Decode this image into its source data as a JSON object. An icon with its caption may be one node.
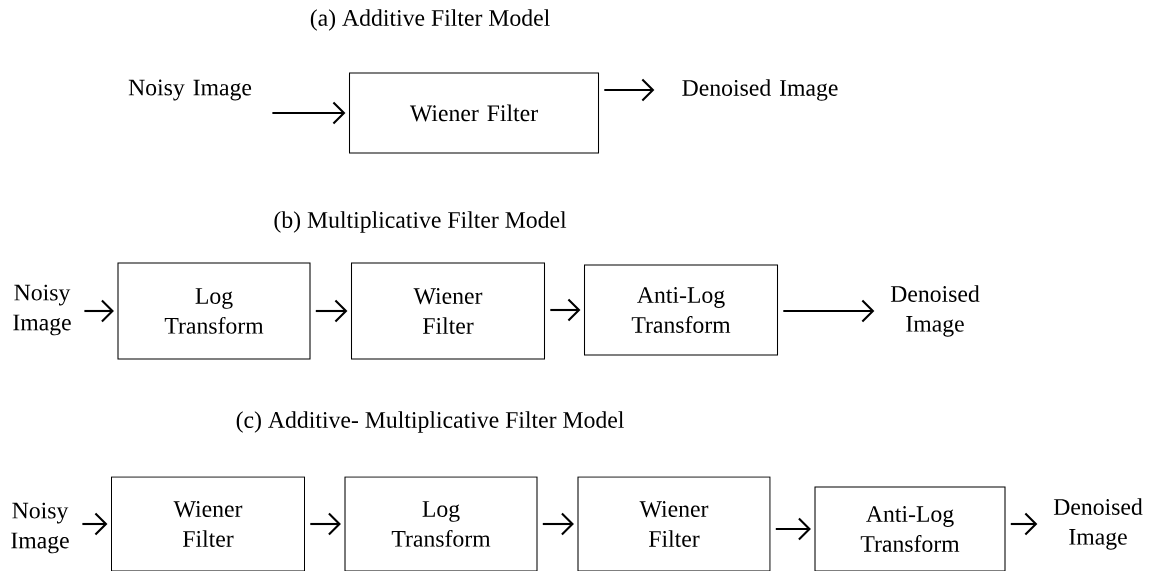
{
  "diagram": {
    "nodes": [
      {
        "text": [
          "Noisy Image"
        ]
      },
      {
        "text": [
          "Wiener Filter"
        ]
      },
      {
        "text": [
          "Denoised Image"
        ]
      },
      {
        "text": [
          "Noisy Image"
        ]
      },
      {
        "text": [
          "Log Transform"
        ]
      },
      {
        "text": [
          "Wiener Filter"
        ]
      },
      {
        "text": [
          "Anti-Log Transform"
        ]
      },
      {
        "text": [
          "Denoised Image"
        ]
      },
      {
        "text": [
          "Noisy Image"
        ]
      },
      {
        "text": [
          "Wiener Filter"
        ]
      },
      {
        "text": [
          "Log Transform"
        ]
      },
      {
        "text": [
          "Wiener Filter"
        ]
      },
      {
        "text": [
          "Anti-Log Transform"
        ]
      },
      {
        "text": [
          "Denoised Image"
        ]
      }
    ],
    "edges": [
      {
        "from": 0,
        "to": 1,
        "arrow": "to"
      },
      {
        "from": 1,
        "to": 2,
        "arrow": "to"
      },
      {
        "from": 3,
        "to": 4,
        "arrow": "to"
      },
      {
        "from": 4,
        "to": 5,
        "arrow": "to"
      },
      {
        "from": 5,
        "to": 6,
        "arrow": "to"
      },
      {
        "from": 6,
        "to": 7,
        "arrow": "to"
      },
      {
        "from": 8,
        "to": 9,
        "arrow": "to"
      },
      {
        "from": 9,
        "to": 10,
        "arrow": "to"
      },
      {
        "from": 10,
        "to": 11,
        "arrow": "to"
      },
      {
        "from": 11,
        "to": 12,
        "arrow": "to"
      },
      {
        "from": 12,
        "to": 13,
        "arrow": "to"
      }
    ],
    "labels": [
      "(a)  Additive Filter Model",
      "(b) Multiplicative Filter Model",
      "(c) Additive- Multiplicative Filter Model"
    ]
  }
}
